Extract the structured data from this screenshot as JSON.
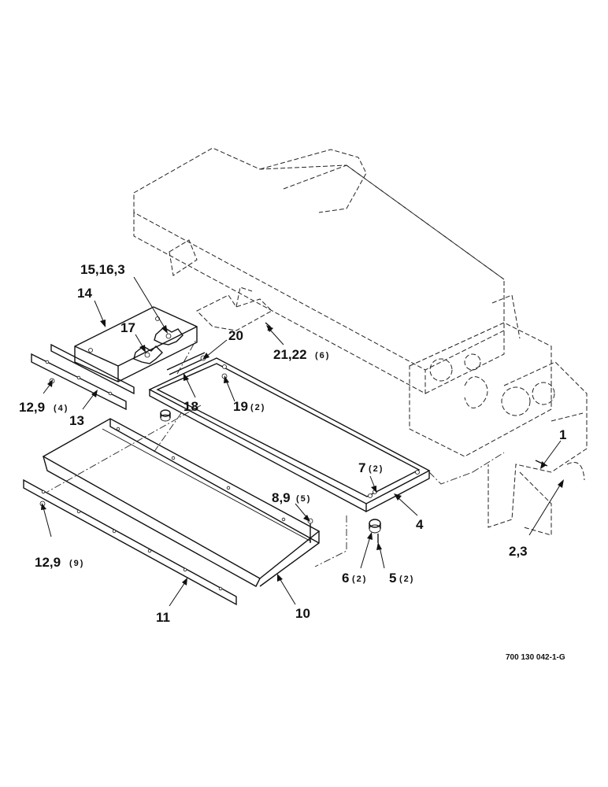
{
  "callouts": {
    "c1": {
      "text": "1",
      "qty": ""
    },
    "c23": {
      "text": "2,3",
      "qty": ""
    },
    "c4": {
      "text": "4",
      "qty": ""
    },
    "c5": {
      "text": "5",
      "qty": "(2)"
    },
    "c6": {
      "text": "6",
      "qty": "(2)"
    },
    "c7": {
      "text": "7",
      "qty": "(2)"
    },
    "c89": {
      "text": "8,9",
      "qty": "(5)"
    },
    "c10": {
      "text": "10",
      "qty": ""
    },
    "c11": {
      "text": "11",
      "qty": ""
    },
    "c129a": {
      "text": "12,9",
      "qty": "(4)"
    },
    "c129b": {
      "text": "12,9",
      "qty": "(9)"
    },
    "c13": {
      "text": "13",
      "qty": ""
    },
    "c14": {
      "text": "14",
      "qty": ""
    },
    "c15163": {
      "text": "15,16,3",
      "qty": ""
    },
    "c17": {
      "text": "17",
      "qty": ""
    },
    "c18": {
      "text": "18",
      "qty": ""
    },
    "c19": {
      "text": "19",
      "qty": "(2)"
    },
    "c20": {
      "text": "20",
      "qty": ""
    },
    "c2122": {
      "text": "21,22",
      "qty": "(6)"
    }
  },
  "drawing_number": "700 130 042-1-G"
}
